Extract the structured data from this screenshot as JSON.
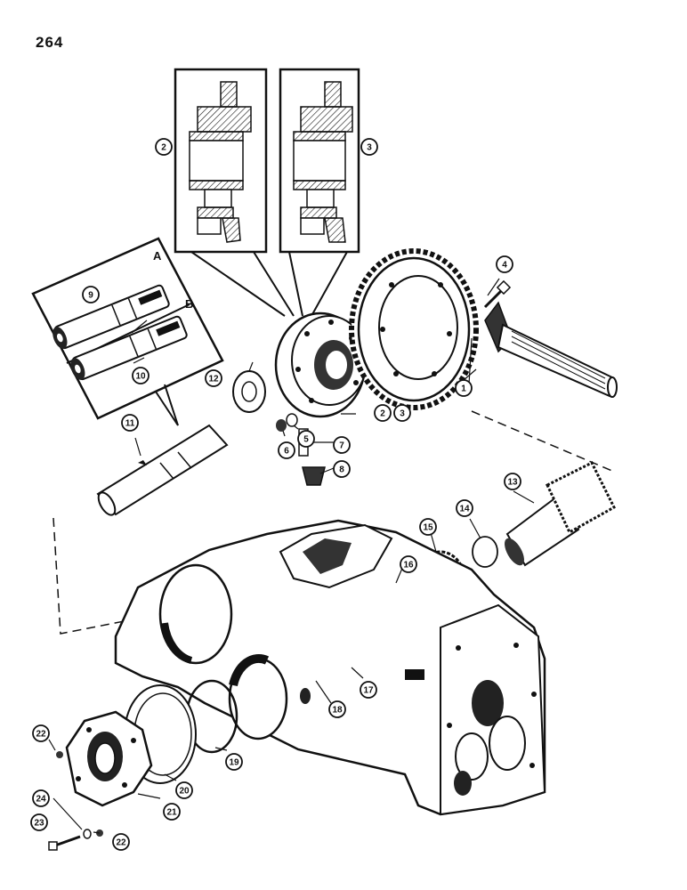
{
  "page_number": "264",
  "inset_letters": {
    "a": "A",
    "b": "B"
  },
  "callouts": {
    "c1": "1",
    "c2a": "2",
    "c3a": "3",
    "c2b": "2",
    "c3b": "3",
    "c4": "4",
    "c5": "5",
    "c6": "6",
    "c7": "7",
    "c8": "8",
    "c9": "9",
    "c10": "10",
    "c11": "11",
    "c12": "12",
    "c13": "13",
    "c14": "14",
    "c15": "15",
    "c16": "16",
    "c17": "17",
    "c18": "18",
    "c19": "19",
    "c20": "20",
    "c21": "21",
    "c22a": "22",
    "c22b": "22",
    "c23": "23",
    "c24": "24"
  }
}
